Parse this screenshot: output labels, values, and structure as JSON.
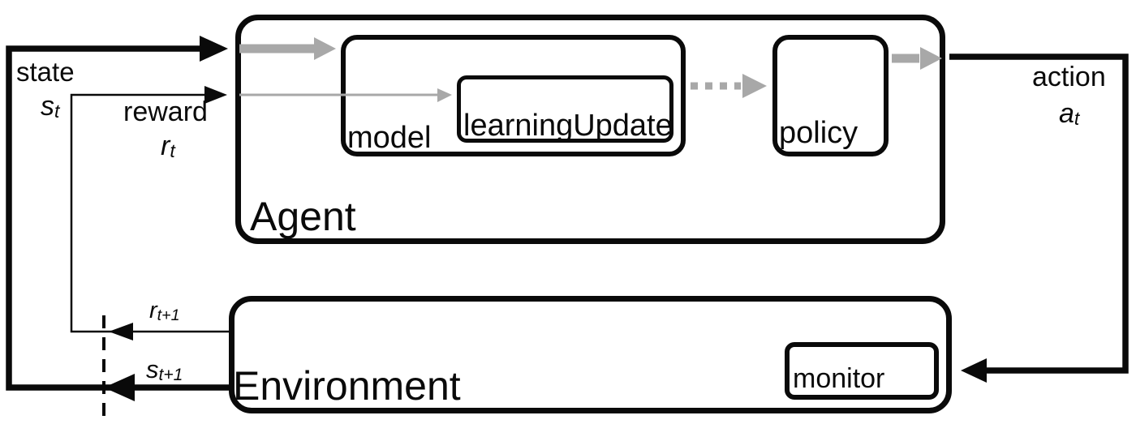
{
  "diagram_type": "reinforcement-learning-loop",
  "colors": {
    "line_black": "#0a0a0a",
    "line_gray": "#a8a8a8",
    "background": "#ffffff"
  },
  "boxes": {
    "agent": {
      "label": "Agent"
    },
    "model": {
      "label": "model"
    },
    "learning_update": {
      "label": "learningUpdate"
    },
    "policy": {
      "label": "policy"
    },
    "environment": {
      "label": "Environment"
    },
    "monitor": {
      "label": "monitor"
    }
  },
  "signals": {
    "state": {
      "name": "state",
      "symbol": "s",
      "subscript": "t"
    },
    "reward": {
      "name": "reward",
      "symbol": "r",
      "subscript": "t"
    },
    "action": {
      "name": "action",
      "symbol": "a",
      "subscript": "t"
    },
    "next_reward": {
      "symbol": "r",
      "subscript": "t+1"
    },
    "next_state": {
      "symbol": "s",
      "subscript": "t+1"
    }
  },
  "edges": [
    {
      "from": "environment",
      "to": "agent",
      "signal": "state",
      "style": "thick-black"
    },
    {
      "from": "environment",
      "to": "agent",
      "signal": "reward",
      "style": "thin-black"
    },
    {
      "from": "agent-input",
      "to": "model",
      "style": "thick-gray"
    },
    {
      "from": "agent-input",
      "to": "learning_update",
      "style": "thin-gray"
    },
    {
      "from": "model",
      "to": "policy",
      "style": "dotted-gray"
    },
    {
      "from": "policy",
      "to": "agent-output",
      "style": "thick-gray"
    },
    {
      "from": "agent",
      "to": "environment",
      "signal": "action",
      "style": "thick-black"
    },
    {
      "from": "environment",
      "to": "boundary",
      "signal": "next_reward",
      "style": "thin-black"
    },
    {
      "from": "environment",
      "to": "boundary",
      "signal": "next_state",
      "style": "thick-black"
    }
  ],
  "boundary": {
    "style": "dashed-vertical"
  }
}
